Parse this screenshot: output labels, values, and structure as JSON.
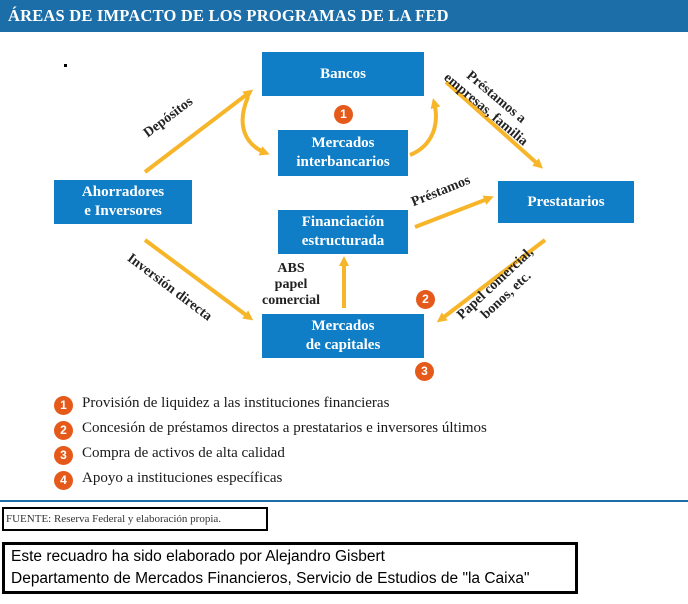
{
  "header": {
    "title": "ÁREAS DE IMPACTO DE LOS PROGRAMAS DE LA FED"
  },
  "colors": {
    "header_bg": "#1c6ea8",
    "node_bg": "#0f7ec6",
    "arrow": "#f7b52a",
    "badge": "#e55a1b"
  },
  "diagram": {
    "nodes": {
      "bancos": "Bancos",
      "interbancarios": "Mercados\ninterbancarios",
      "ahorradores": "Ahorradores\ne Inversores",
      "financiacion": "Financiación\nestructurada",
      "prestatarios": "Prestatarios",
      "capitales": "Mercados\nde capitales"
    },
    "edge_labels": {
      "depositos": "Depósitos",
      "prestamos_empresas": "Préstamos a\nempresas, familia",
      "prestamos": "Préstamos",
      "inversion_directa": "Inversión directa",
      "abs": "ABS\npapel\ncomercial",
      "papel_comercial": "Papel comercial,\nbonos, etc."
    },
    "badges": {
      "b1": "1",
      "b2": "2",
      "b3": "3"
    }
  },
  "legend": [
    {
      "num": "1",
      "text": "Provisión de liquidez a las instituciones financieras"
    },
    {
      "num": "2",
      "text": "Concesión de préstamos directos a prestatarios e inversores últimos"
    },
    {
      "num": "3",
      "text": "Compra de activos de alta calidad"
    },
    {
      "num": "4",
      "text": "Apoyo a instituciones específicas"
    }
  ],
  "source": "FUENTE: Reserva Federal y elaboración propia.",
  "credits": {
    "line1": "Este recuadro ha sido elaborado por Alejandro Gisbert",
    "line2": "Departamento de Mercados Financieros, Servicio de Estudios de \"la Caixa\""
  }
}
